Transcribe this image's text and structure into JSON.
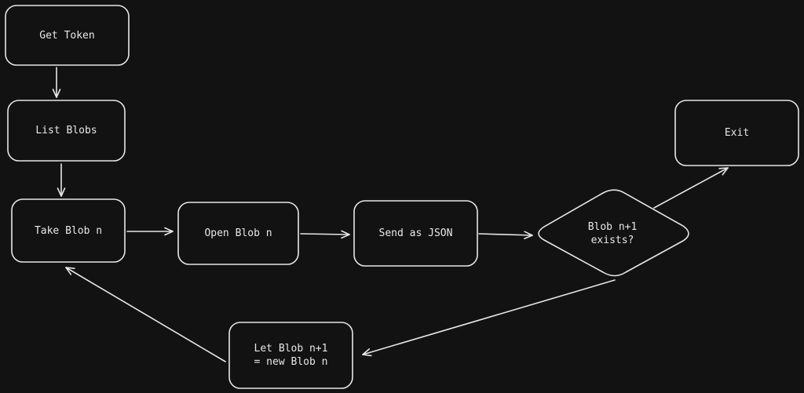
{
  "diagram": {
    "nodes": {
      "get_token": "Get Token",
      "list_blobs": "List Blobs",
      "take_blob": "Take Blob n",
      "open_blob": "Open Blob n",
      "send_json": "Send as JSON",
      "decision": "Blob n+1\n exists?",
      "exit": "Exit",
      "let_blob": "Let Blob n+1\n = new Blob n"
    },
    "colors": {
      "background": "#121212",
      "stroke": "#e6e6e6",
      "text": "#e8e8e8"
    }
  }
}
